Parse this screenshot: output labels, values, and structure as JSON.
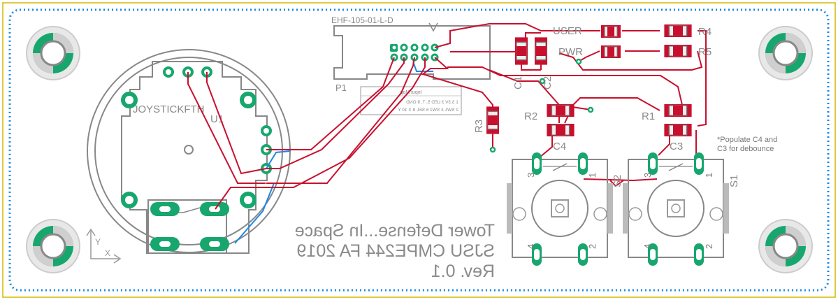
{
  "title_lines": [
    "Tower Defense...In Space",
    "SJSU CMPE244 FA 2019",
    "Rev. 0.1"
  ],
  "connector": {
    "part": "EHF-105-01-L-D",
    "designator": "P1"
  },
  "joystick": {
    "name": "JOYSTICKFTH",
    "designator": "U1"
  },
  "leds": {
    "user": "USER",
    "power": "PWR"
  },
  "resistors": {
    "r1": "R1",
    "r2": "R2",
    "r3": "R3",
    "r4": "R4",
    "r5": "R5"
  },
  "capacitors": {
    "c1": "C1",
    "c2": "C2",
    "c3": "C3",
    "c4": "C4"
  },
  "switches": {
    "s1": "S1",
    "s2": "S2"
  },
  "switch_pins": [
    "1",
    "2",
    "3",
    "4"
  ],
  "note": [
    "*Populate C4 and",
    "C3 for debounce"
  ],
  "input_map": {
    "title": "Input Map",
    "row1": "1 3.3V   3 LED   5, 7, 9 GND",
    "row2": "2 SW1   4 SW2   6 SEL   8 X  10 Y"
  },
  "axes": {
    "x": "X",
    "y": "Y"
  },
  "colors": {
    "copper_top": "#c8102e",
    "copper_bottom": "#1e88e5",
    "silk": "#8a8a8a",
    "pad": "#17a76e",
    "outline": "#d4b800",
    "board_edge": "#1e88e5"
  }
}
